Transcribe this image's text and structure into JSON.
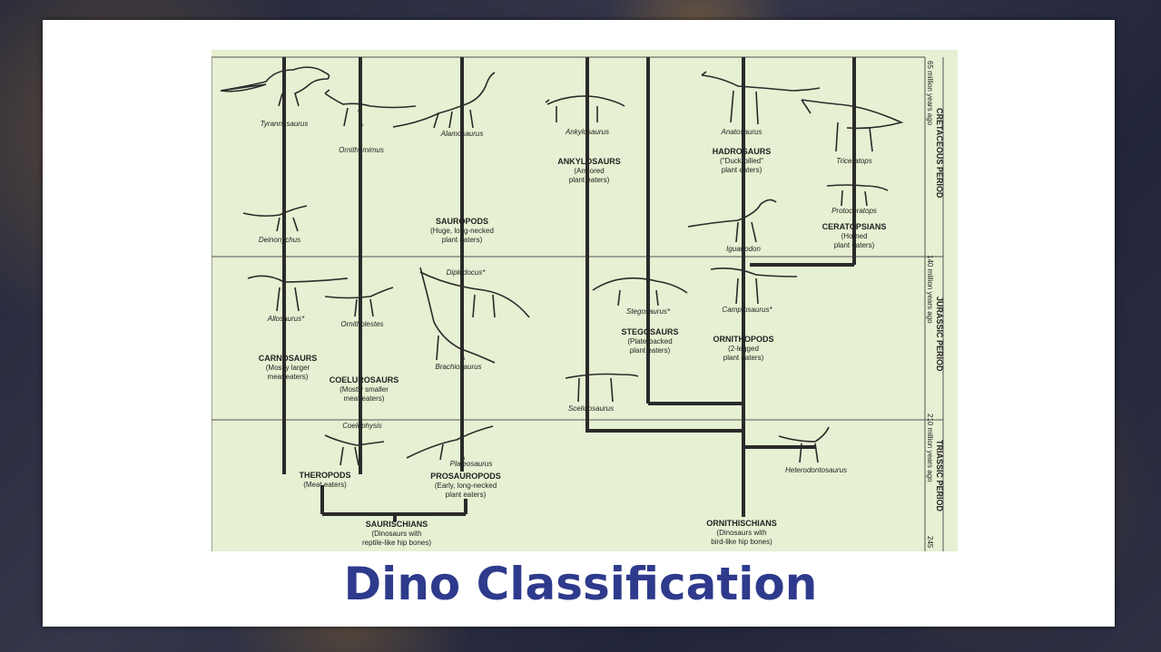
{
  "slide": {
    "title": "Dino Classification"
  },
  "diagram": {
    "periods": [
      {
        "label": "CRETACEOUS PERIOD",
        "age": "65 million years ago"
      },
      {
        "label": "JURASSIC PERIOD",
        "age": "140 million years ago"
      },
      {
        "label": "TRIASSIC PERIOD",
        "age": "210 million years ago"
      },
      {
        "label": "",
        "age": "245"
      }
    ],
    "dinosaurs": {
      "tyrannosaurus": "Tyrannosaurus",
      "ornithomimus": "Ornithomimus",
      "alamosaurus": "Alamosaurus",
      "ankylosaurus": "Ankylosaurus",
      "anatosaurus": "Anatosaurus",
      "triceratops": "Triceratops",
      "deinonychus": "Deinonychus",
      "protoceratops": "Protoceratops",
      "iguanodon": "Iguanodon",
      "diplodocus": "Diplodocus*",
      "allosaurus": "Allosaurus*",
      "ornitholestes": "Ornitholestes",
      "brachiosaurus": "Brachiosaurus",
      "stegosaurus": "Stegosaurus*",
      "camptosaurus": "Camptosaurus*",
      "scelidosaurus": "Scelidosaurus",
      "coelophysis": "Coelophysis",
      "plateosaurus": "Plateosaurus",
      "heterodontosaurus": "Heterodontosaurus"
    },
    "groups": {
      "ankylosaurs": {
        "name": "ANKYLOSAURS",
        "desc1": "(Armored",
        "desc2": "plant eaters)"
      },
      "hadrosaurs": {
        "name": "HADROSAURS",
        "desc1": "(\"Duck-billed\"",
        "desc2": "plant eaters)"
      },
      "sauropods": {
        "name": "SAUROPODS",
        "desc1": "(Huge, long-necked",
        "desc2": "plant eaters)"
      },
      "ceratopsians": {
        "name": "CERATOPSIANS",
        "desc1": "(Horned",
        "desc2": "plant eaters)"
      },
      "carnosaurs": {
        "name": "CARNOSAURS",
        "desc1": "(Mostly larger",
        "desc2": "meat eaters)"
      },
      "coelurosaurs": {
        "name": "COELUROSAURS",
        "desc1": "(Mostly smaller",
        "desc2": "meat eaters)"
      },
      "stegosaurs": {
        "name": "STEGOSAURS",
        "desc1": "(Plate-backed",
        "desc2": "plant eaters)"
      },
      "ornithopods": {
        "name": "ORNITHOPODS",
        "desc1": "(2-legged",
        "desc2": "plant eaters)"
      },
      "theropods": {
        "name": "THEROPODS",
        "desc1": "(Meat eaters)",
        "desc2": ""
      },
      "prosauropods": {
        "name": "PROSAUROPODS",
        "desc1": "(Early, long-necked",
        "desc2": "plant eaters)"
      },
      "saurischians": {
        "name": "SAURISCHIANS",
        "desc1": "(Dinosaurs with",
        "desc2": "reptile-like hip bones)"
      },
      "ornithischians": {
        "name": "ORNITHISCHIANS",
        "desc1": "(Dinosaurs with",
        "desc2": "bird-like hip bones)"
      }
    }
  }
}
